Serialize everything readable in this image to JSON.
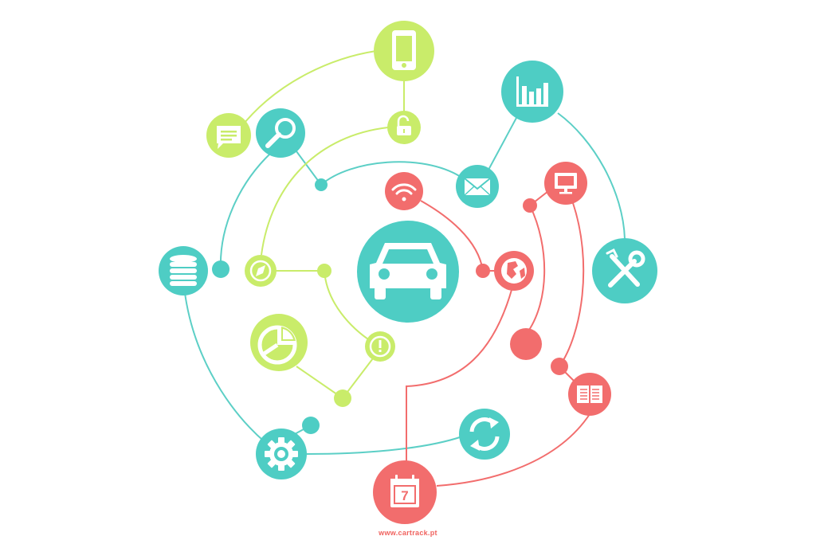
{
  "colors": {
    "teal": "#4ecdc4",
    "lime": "#c9ec6a",
    "coral": "#f26d6d",
    "teal_line": "#5ccfc6",
    "lime_line": "#c9ec6a",
    "coral_line": "#f26d6d",
    "icon": "#ffffff"
  },
  "nodes": {
    "center_car": {
      "icon": "car-icon",
      "color": "teal"
    },
    "smartphone": {
      "icon": "smartphone-icon",
      "color": "lime"
    },
    "unlock": {
      "icon": "unlock-icon",
      "color": "lime"
    },
    "chat": {
      "icon": "chat-icon",
      "color": "lime"
    },
    "search": {
      "icon": "search-icon",
      "color": "teal"
    },
    "bar_chart": {
      "icon": "bar-chart-icon",
      "color": "teal"
    },
    "mail": {
      "icon": "mail-icon",
      "color": "teal"
    },
    "wifi": {
      "icon": "wifi-icon",
      "color": "coral"
    },
    "monitor": {
      "icon": "monitor-icon",
      "color": "coral"
    },
    "tools": {
      "icon": "tools-icon",
      "color": "teal"
    },
    "globe": {
      "icon": "globe-icon",
      "color": "coral"
    },
    "database": {
      "icon": "database-icon",
      "color": "teal"
    },
    "compass": {
      "icon": "compass-icon",
      "color": "lime"
    },
    "pie_chart": {
      "icon": "pie-chart-icon",
      "color": "lime"
    },
    "alert": {
      "icon": "alert-icon",
      "color": "lime"
    },
    "book": {
      "icon": "book-icon",
      "color": "coral"
    },
    "refresh": {
      "icon": "refresh-icon",
      "color": "teal"
    },
    "gear": {
      "icon": "gear-icon",
      "color": "teal"
    },
    "calendar": {
      "icon": "calendar-icon",
      "color": "coral",
      "day": "7"
    }
  },
  "footer": {
    "url": "www.cartrack.pt"
  }
}
